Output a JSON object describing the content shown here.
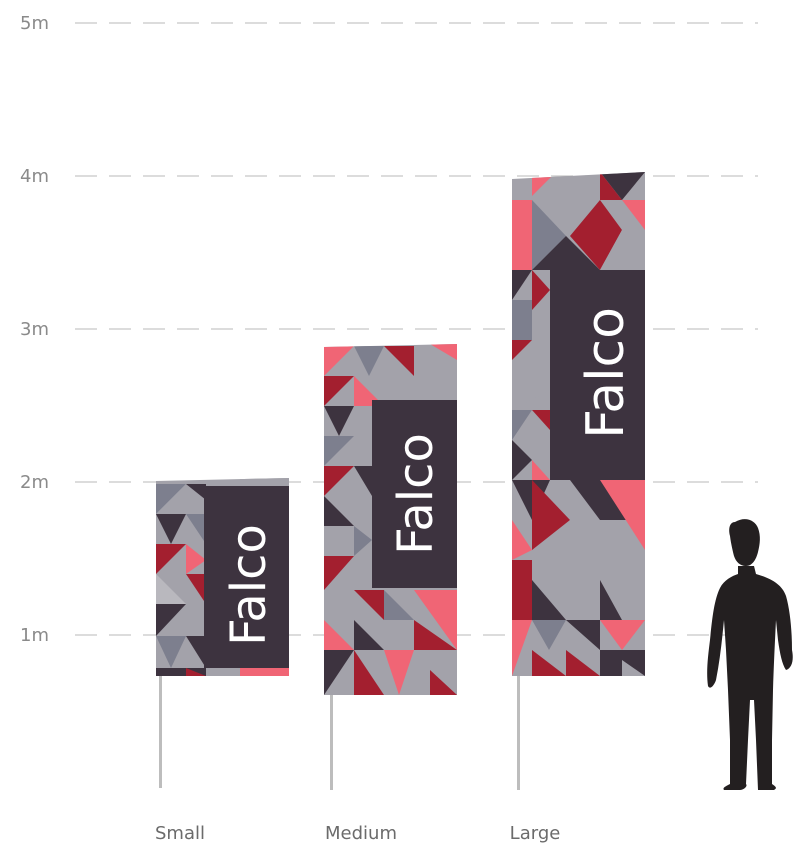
{
  "scale": {
    "unit": "m",
    "ticks": [
      {
        "value": 5,
        "label": "5m"
      },
      {
        "value": 4,
        "label": "4m"
      },
      {
        "value": 3,
        "label": "3m"
      },
      {
        "value": 2,
        "label": "2m"
      },
      {
        "value": 1,
        "label": "1m"
      }
    ]
  },
  "flags": [
    {
      "id": "small",
      "size_label": "Small",
      "brand_text": "Falco",
      "top_height_m": 2.0,
      "banner_bottom_m": 0.75
    },
    {
      "id": "medium",
      "size_label": "Medium",
      "brand_text": "Falco",
      "top_height_m": 2.9,
      "banner_bottom_m": 0.6
    },
    {
      "id": "large",
      "size_label": "Large",
      "brand_text": "Falco",
      "top_height_m": 4.0,
      "banner_bottom_m": 0.75
    }
  ],
  "colors": {
    "grid_line": "#c8c8c8",
    "panel": "#3d333f",
    "pattern": [
      "#a3a2aa",
      "#7d7f8e",
      "#a31f2f",
      "#f06575",
      "#3d333f",
      "#b9b8be"
    ],
    "pole": "#bdbdbd",
    "silhouette": "#231f20"
  }
}
